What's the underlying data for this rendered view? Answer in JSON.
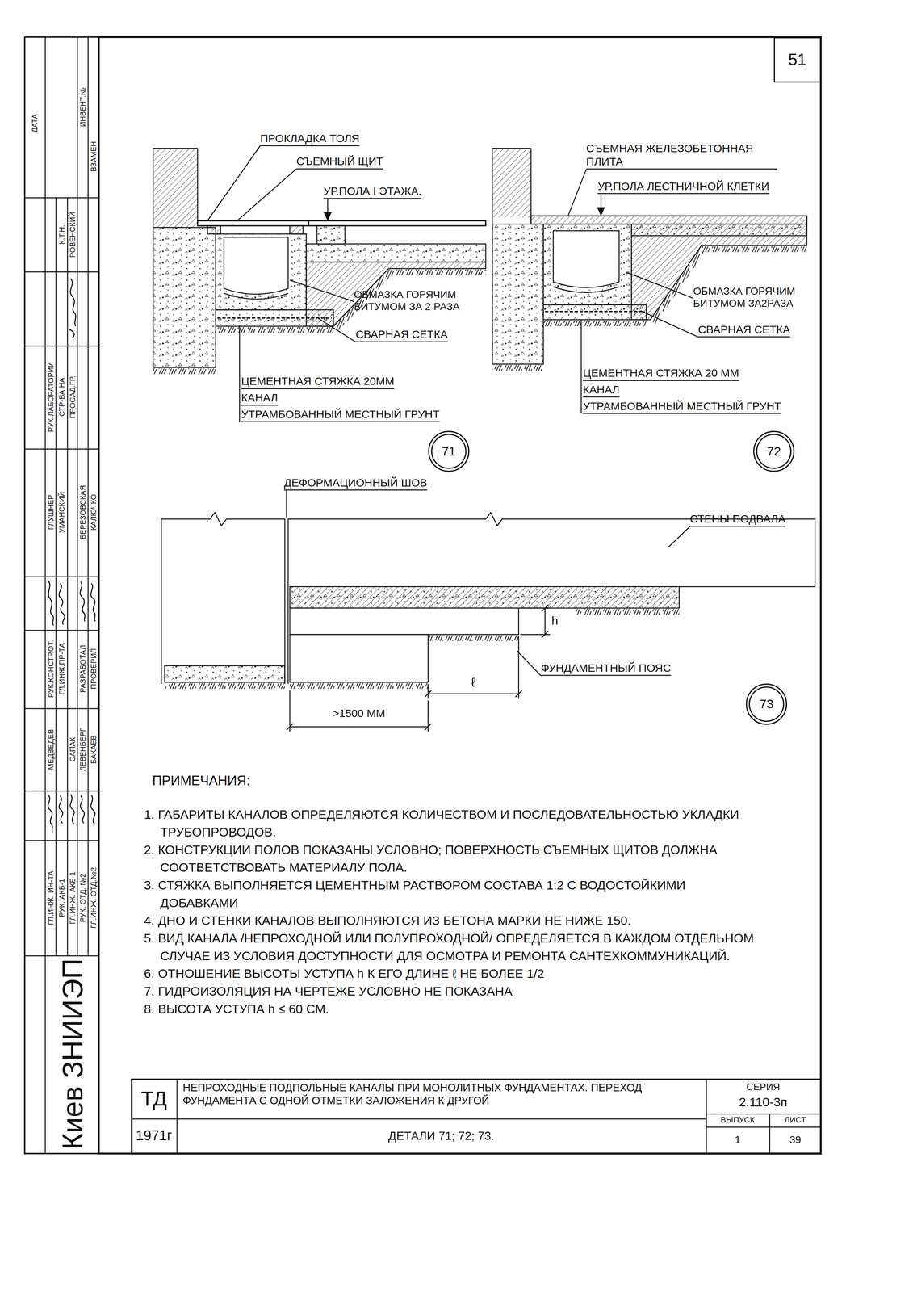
{
  "diagram": {
    "nodes": [
      {
        "text": [
          "51"
        ]
      },
      {
        "text": [
          "71"
        ]
      },
      {
        "text": [
          "72"
        ]
      },
      {
        "text": [
          "73"
        ]
      }
    ],
    "labels": [
      "ПРОКЛАДКА ТОЛЯ",
      "СЪЕМНЫЙ ЩИТ",
      "УР.ПОЛА I ЭТАЖА.",
      "ОБМАЗКА ГОРЯЧИМ БИТУМОМ ЗА 2 РАЗА",
      "СВАРНАЯ СЕТКА",
      "ЦЕМЕНТНАЯ СТЯЖКА 20ММ",
      "КАНАЛ",
      "УТРАМБОВАННЫЙ МЕСТНЫЙ ГРУНТ",
      "СЪЕМНАЯ ЖЕЛЕЗОБЕТОННАЯ ПЛИТА",
      "УР.ПОЛА ЛЕСТНИЧНОЙ КЛЕТКИ",
      "ОБМАЗКА ГОРЯЧИМ БИТУМОМ ЗА2РАЗА",
      "СВАРНАЯ СЕТКА",
      "ЦЕМЕНТНАЯ СТЯЖКА 20 ММ",
      "КАНАЛ",
      "УТРАМБОВАННЫЙ МЕСТНЫЙ ГРУНТ",
      "ДЕФОРМАЦИОННЫЙ ШОВ",
      "СТЕНЫ ПОДВАЛА",
      "h",
      "ℓ",
      "ФУНДАМЕНТНЫЙ ПОЯС",
      ">1500 ММ",
      "ПРИМЕЧАНИЯ:",
      "1. ГАБАРИТЫ КАНАЛОВ ОПРЕДЕЛЯЮТСЯ КОЛИЧЕСТВОМ И ПОСЛЕДОВАТЕЛЬНОСТЬЮ УКЛАДКИ ТРУБОПРОВОДОВ.",
      "2. КОНСТРУКЦИИ ПОЛОВ ПОКАЗАНЫ УСЛОВНО; ПОВЕРХНОСТЬ СЪЕМНЫХ ЩИТОВ ДОЛЖНА СООТВЕТСТВОВАТЬ МАТЕРИАЛУ ПОЛА.",
      "3. СТЯЖКА ВЫПОЛНЯЕТСЯ ЦЕМЕНТНЫМ РАСТВОРОМ СОСТАВА 1:2 С ВОДОСТОЙКИМИ ДОБАВКАМИ",
      "4. ДНО И СТЕНКИ КАНАЛОВ ВЫПОЛНЯЮТСЯ ИЗ БЕТОНА МАРКИ НЕ НИЖЕ 150.",
      "5. ВИД КАНАЛА /НЕПРОХОДНОЙ ИЛИ ПОЛУПРОХОДНОЙ/ ОПРЕДЕЛЯЕТСЯ В КАЖДОМ ОТДЕЛЬНОМ СЛУЧАЕ ИЗ УСЛОВИЯ ДОСТУПНОСТИ ДЛЯ ОСМОТРА И РЕМОНТА САНТЕХКОММУНИКАЦИЙ.",
      "6. ОТНОШЕНИЕ ВЫСОТЫ УСТУПА h К ЕГО ДЛИНЕ ℓ НЕ БОЛЕЕ 1/2",
      "7. ГИДРОИЗОЛЯЦИЯ НА ЧЕРТЕЖЕ УСЛОВНО НЕ ПОКАЗАНА",
      "8. ВЫСОТА УСТУПА h ≤ 60 СМ.",
      "ТД",
      "НЕПРОХОДНЫЕ ПОДПОЛЬНЫЕ КАНАЛЫ ПРИ МОНОЛИТНЫХ ФУНДАМЕНТАХ. ПЕРЕХОД ФУНДАМЕНТА С ОДНОЙ ОТМЕТКИ ЗАЛОЖЕНИЯ К ДРУГОЙ",
      "1971г",
      "ДЕТАЛИ 71; 72; 73.",
      "СЕРИЯ",
      "2.110-3п",
      "ВЫПУСК",
      "ЛИСТ",
      "1",
      "39",
      "Киев ЗНИИЭП",
      "ДАТА",
      "ИНВЕНТ.№",
      "ВЗАМЕН",
      "ГЛ.ИНЖ. ИН-ТА",
      "РУК. АКБ-1",
      "ГЛ.ИНЖ. АКБ-1",
      "РУК. ОТД. №2",
      "ГЛ.ИНЖ. ОТД.№2",
      "МЕДВЕДЕВ",
      "САПАК",
      "ЛЕВЕНБЕРГ",
      "БАКАЕВ",
      "РУК.КОНСТР.ОТ.",
      "ГЛ.ИНЖ.ПР-ТА",
      "РАЗРАБОТАЛ",
      "ПРОВЕРИЛ",
      "ГЛУШНЕР",
      "УМАНСКИЙ",
      "БЕРЕЗОВСКАЯ",
      "КАЛЮЧКО",
      "РУК.ЛАБОРАТОРИИ",
      "СТР-ВА НА",
      "ПРОСАД.ГР.",
      "К.Т.Н.",
      "РОВЕНСКИЙ"
    ]
  }
}
